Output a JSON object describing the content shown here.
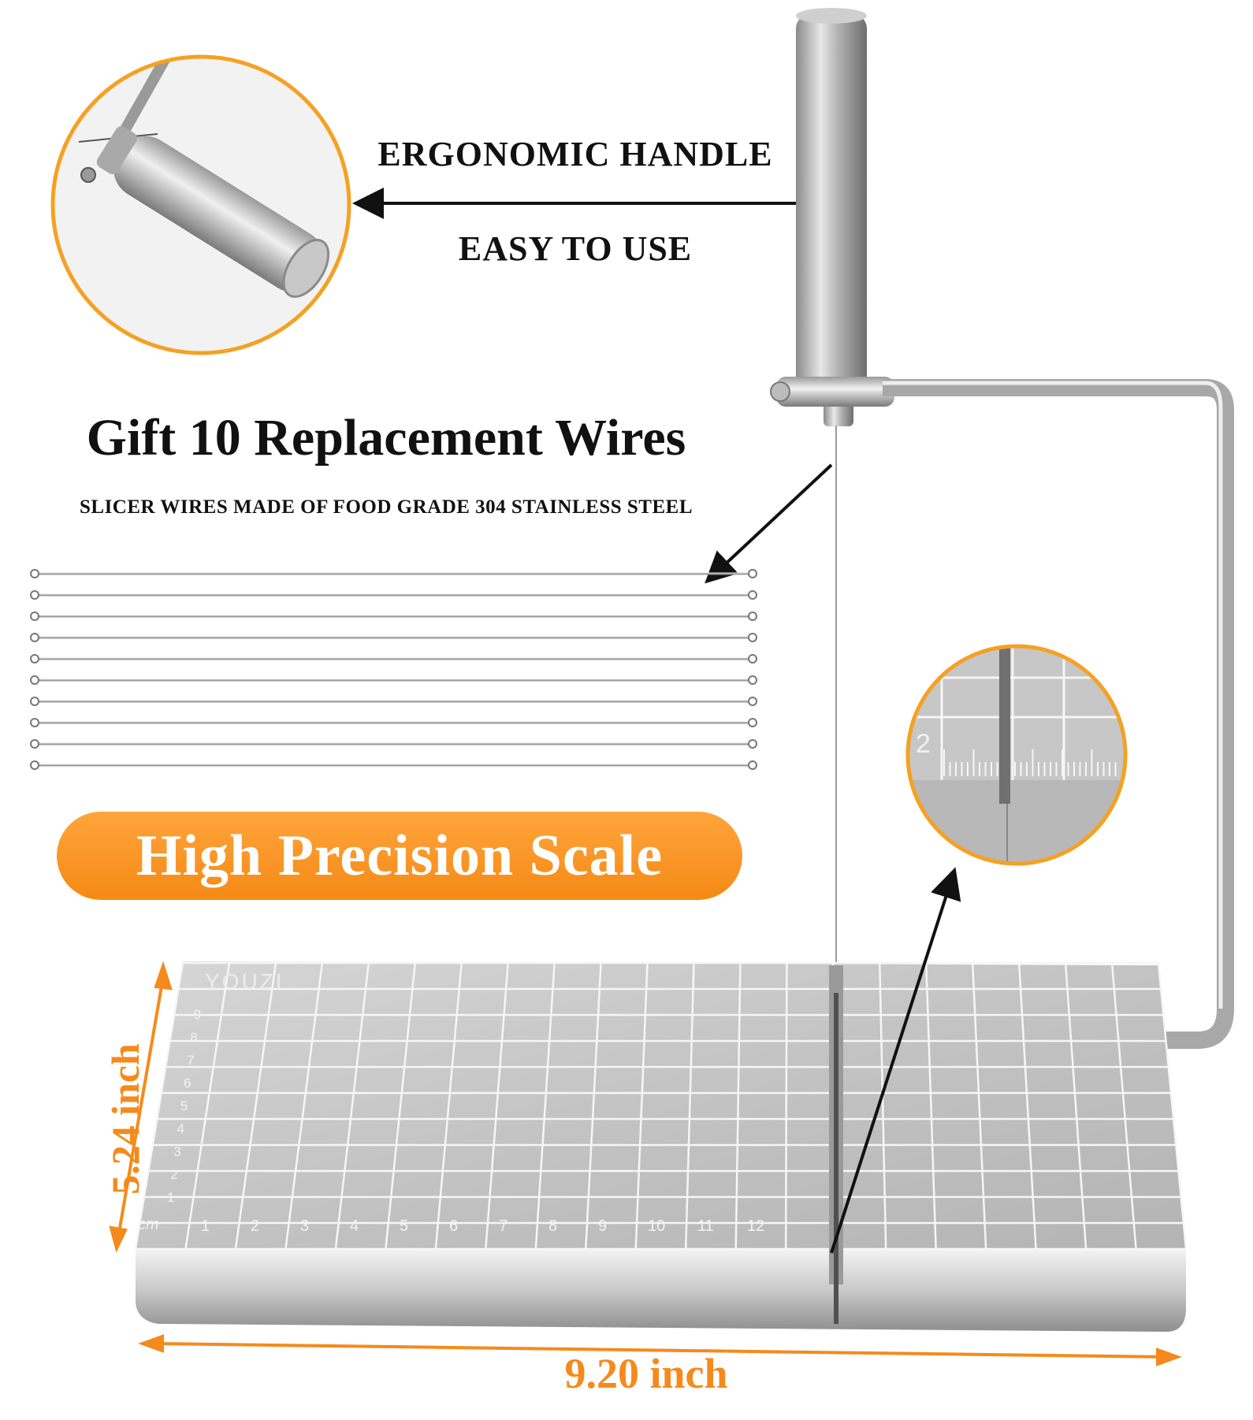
{
  "handle_callout": {
    "title": "ERGONOMIC HANDLE",
    "subtitle": "EASY TO USE"
  },
  "wires_callout": {
    "title": "Gift 10 Replacement Wires",
    "subtitle": "SLICER WIRES MADE OF FOOD GRADE 304 STAINLESS STEEL",
    "wire_count": 10
  },
  "scale_badge": {
    "label": "High Precision Scale",
    "color": "#f58a15"
  },
  "board": {
    "brand": "YOUZI",
    "unit": "cm",
    "x_ticks": [
      "1",
      "2",
      "3",
      "4",
      "5",
      "6",
      "7",
      "8",
      "9",
      "10",
      "11",
      "12"
    ],
    "y_ticks": [
      "1",
      "2",
      "3",
      "4",
      "5",
      "6",
      "7",
      "8",
      "9"
    ],
    "zoom_tick": "2"
  },
  "dimensions": {
    "height": "5.24 inch",
    "width": "9.20 inch",
    "color": "#f58a1c"
  }
}
